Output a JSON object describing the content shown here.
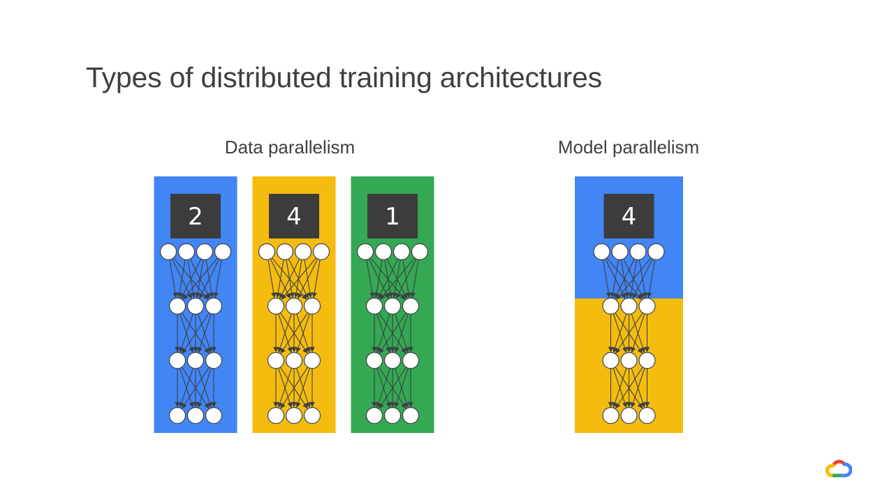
{
  "slide": {
    "title": "Types of distributed training architectures",
    "sections": [
      {
        "id": "data",
        "label": "Data parallelism"
      },
      {
        "id": "model",
        "label": "Model parallelism"
      }
    ]
  },
  "colors": {
    "blue": "#4285f4",
    "yellow": "#f4bc0f",
    "green": "#34a853",
    "red": "#ea4335",
    "data_box": "#3c3c3c",
    "text": "#3c4043"
  },
  "network": {
    "layers": [
      4,
      3,
      3,
      3
    ]
  },
  "data_parallelism": {
    "workers": [
      {
        "color": "blue",
        "input_label": "2"
      },
      {
        "color": "yellow",
        "input_label": "4"
      },
      {
        "color": "green",
        "input_label": "1"
      }
    ]
  },
  "model_parallelism": {
    "input_label": "4",
    "partition_colors": [
      "blue",
      "yellow"
    ]
  },
  "logo": {
    "name": "google-cloud-logo"
  }
}
